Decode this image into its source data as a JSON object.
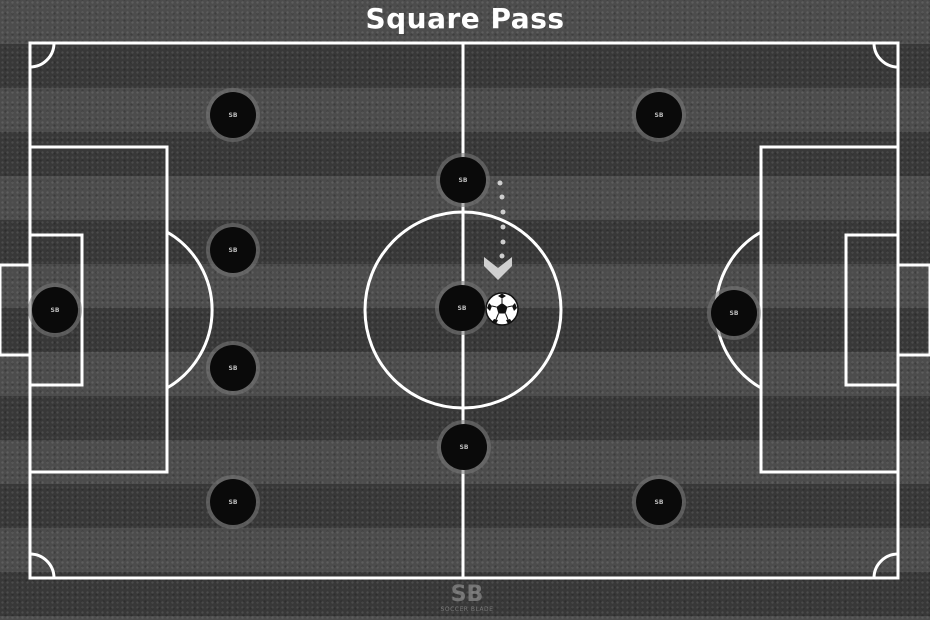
{
  "title": "Square Pass",
  "player_tag": "SB",
  "logo": {
    "mark": "SB",
    "sub": "SOCCER BLADE"
  },
  "colors": {
    "line": "#ffffff",
    "player_fill": "#0a0a0a",
    "arrow": "#d0d0d0"
  },
  "players": [
    {
      "id": "lw-top"
    },
    {
      "id": "lw-mid-top"
    },
    {
      "id": "lw-mid-bottom"
    },
    {
      "id": "lw-bottom"
    },
    {
      "id": "goalkeeper-left"
    },
    {
      "id": "center-top"
    },
    {
      "id": "center"
    },
    {
      "id": "center-bottom"
    },
    {
      "id": "rw-top"
    },
    {
      "id": "goalkeeper-right"
    },
    {
      "id": "rw-bottom"
    }
  ]
}
